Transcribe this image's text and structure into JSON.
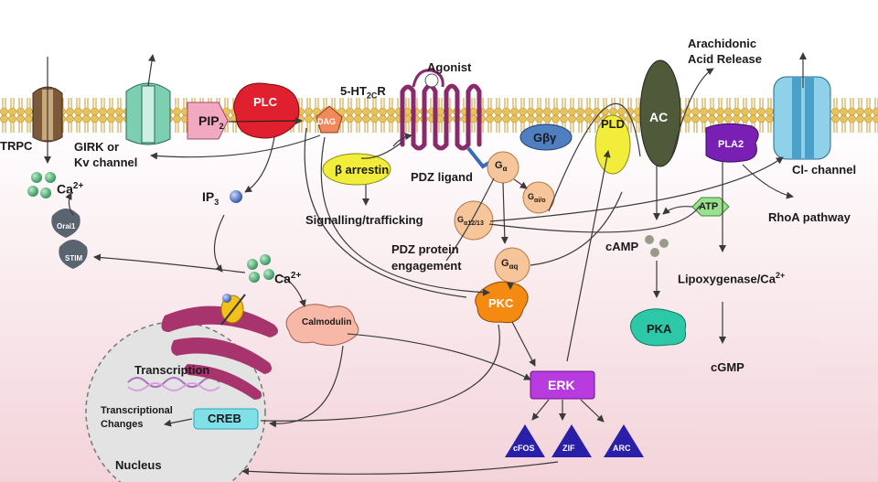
{
  "labels": {
    "trpc": "TRPC",
    "girk_line1": "GIRK or",
    "girk_line2": "Kv channel",
    "ca_top": "Ca",
    "ca_top_sup": "2+",
    "orai1": "Orai1",
    "stim": "STIM",
    "pip2": "PIP",
    "pip2_sub": "2",
    "plc": "PLC",
    "dag": "DAG",
    "ip3": "IP",
    "ip3_sub": "3",
    "ht2c": "5-HT",
    "ht2c_sub": "2C",
    "ht2c_r": "R",
    "agonist": "Agonist",
    "arrestin": "β arrestin",
    "pdz_ligand": "PDZ ligand",
    "signalling": "Signalling/trafficking",
    "pdz_engagement_line1": "PDZ protein",
    "pdz_engagement_line2": "engagement",
    "g_alpha": "G",
    "g_alpha_sub": "α",
    "g_ai": "G",
    "g_ai_sub": "αi/o",
    "g_a12": "G",
    "g_a12_sub": "α12/13",
    "g_aq": "G",
    "g_aq_sub": "αq",
    "g_by": "Gβγ",
    "pld": "PLD",
    "ac": "AC",
    "arachidonic_line1": "Arachidonic",
    "arachidonic_line2": "Acid Release",
    "pla2": "PLA2",
    "cl_channel": "Cl- channel",
    "rhoa": "RhoA pathway",
    "atp": "ATP",
    "camp": "cAMP",
    "pka": "PKA",
    "lipoxygenase": "Lipoxygenase/Ca",
    "lipoxygenase_sup": "2+",
    "cgmp": "cGMP",
    "ca_mid": "Ca",
    "ca_mid_sup": "2+",
    "calmodulin": "Calmodulin",
    "pkc": "PKC",
    "erk": "ERK",
    "cfos": "cFOS",
    "zif": "ZIF",
    "arc": "ARC",
    "transcription": "Transcription",
    "transcriptional_line1": "Transcriptional",
    "transcriptional_line2": "Changes",
    "creb": "CREB",
    "nucleus": "Nucleus"
  },
  "colors": {
    "background_top": "#ffffff",
    "background_bottom": "#f3d6dc",
    "membrane_head": "#e8c25a",
    "membrane_tail": "#c99a2e",
    "plc": "#e0202e",
    "dag": "#f08a5d",
    "receptor": "#8a2a6b",
    "g_protein": "#f7c59a",
    "arrestin": "#f2ec3a",
    "pld": "#f2ec3a",
    "ac": "#4f5a3a",
    "pla2": "#7a1fb3",
    "cl_channel": "#8ed1e8",
    "atp": "#9be08f",
    "pka": "#2cc8a8",
    "pkc": "#f58a12",
    "erk": "#b83be0",
    "triangles": "#2a1fa8",
    "calmodulin": "#f7b8a8",
    "creb": "#7fe0e8",
    "er": "#a8346e",
    "calcium": "#3fa66a",
    "nucleus": "#e3e3e3",
    "arrows": "#3a3a3a"
  }
}
